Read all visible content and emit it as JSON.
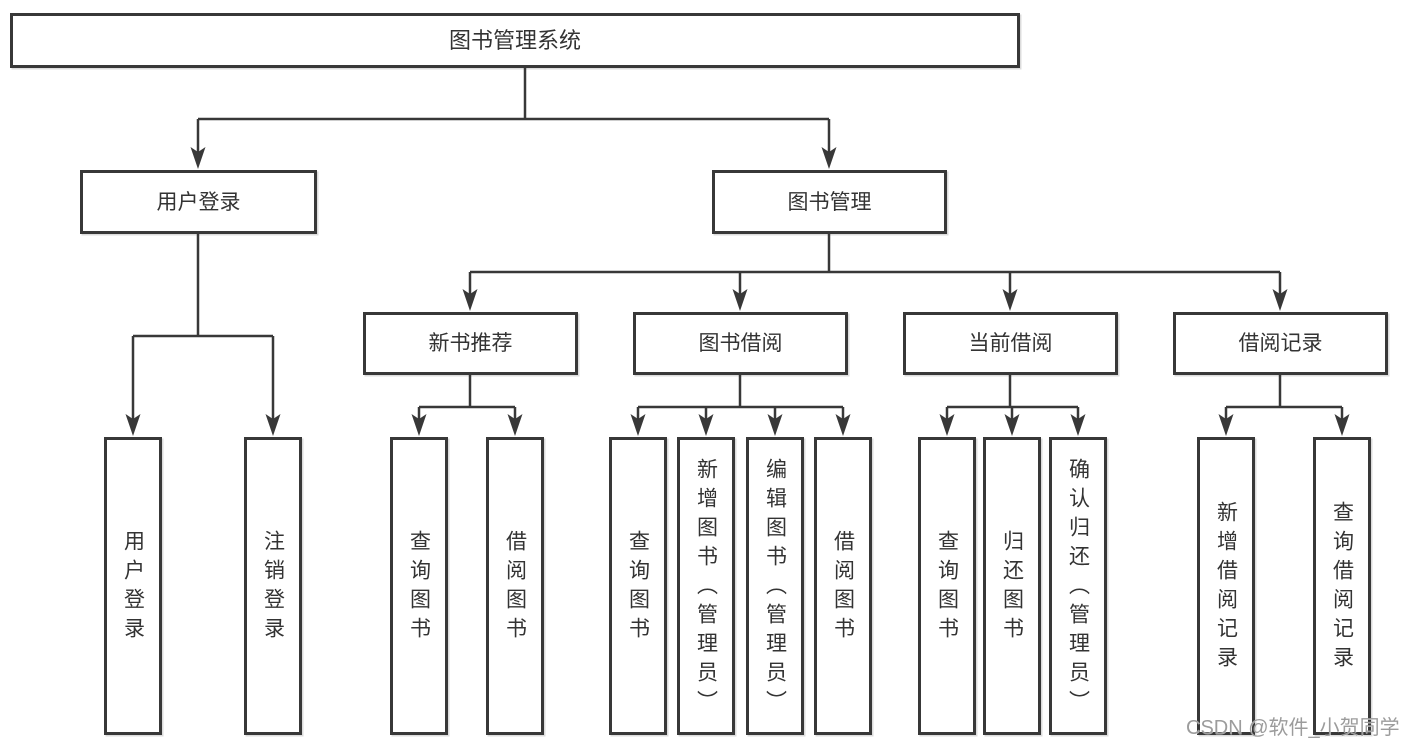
{
  "diagram": {
    "root": {
      "label": "图书管理系统"
    },
    "level2": {
      "user_login": {
        "label": "用户登录"
      },
      "book_management": {
        "label": "图书管理"
      }
    },
    "level3": {
      "new_book_recommend": {
        "label": "新书推荐"
      },
      "book_borrow": {
        "label": "图书借阅"
      },
      "current_borrow": {
        "label": "当前借阅"
      },
      "borrow_records": {
        "label": "借阅记录"
      }
    },
    "leaves": {
      "user_login": [
        "用户登录",
        "注销登录"
      ],
      "new_book_recommend": [
        "查询图书",
        "借阅图书"
      ],
      "book_borrow": [
        "查询图书",
        "新增图书（管理员）",
        "编辑图书（管理员）",
        "借阅图书"
      ],
      "current_borrow": [
        "查询图书",
        "归还图书",
        "确认归还（管理员）"
      ],
      "borrow_records": [
        "新增借阅记录",
        "查询借阅记录"
      ]
    }
  },
  "watermark": "CSDN @软件_小贺同学",
  "colors": {
    "line": "#383838",
    "box_border": "#383838",
    "text": "#333333",
    "watermark": "#9c9c9c",
    "background": "#ffffff"
  }
}
